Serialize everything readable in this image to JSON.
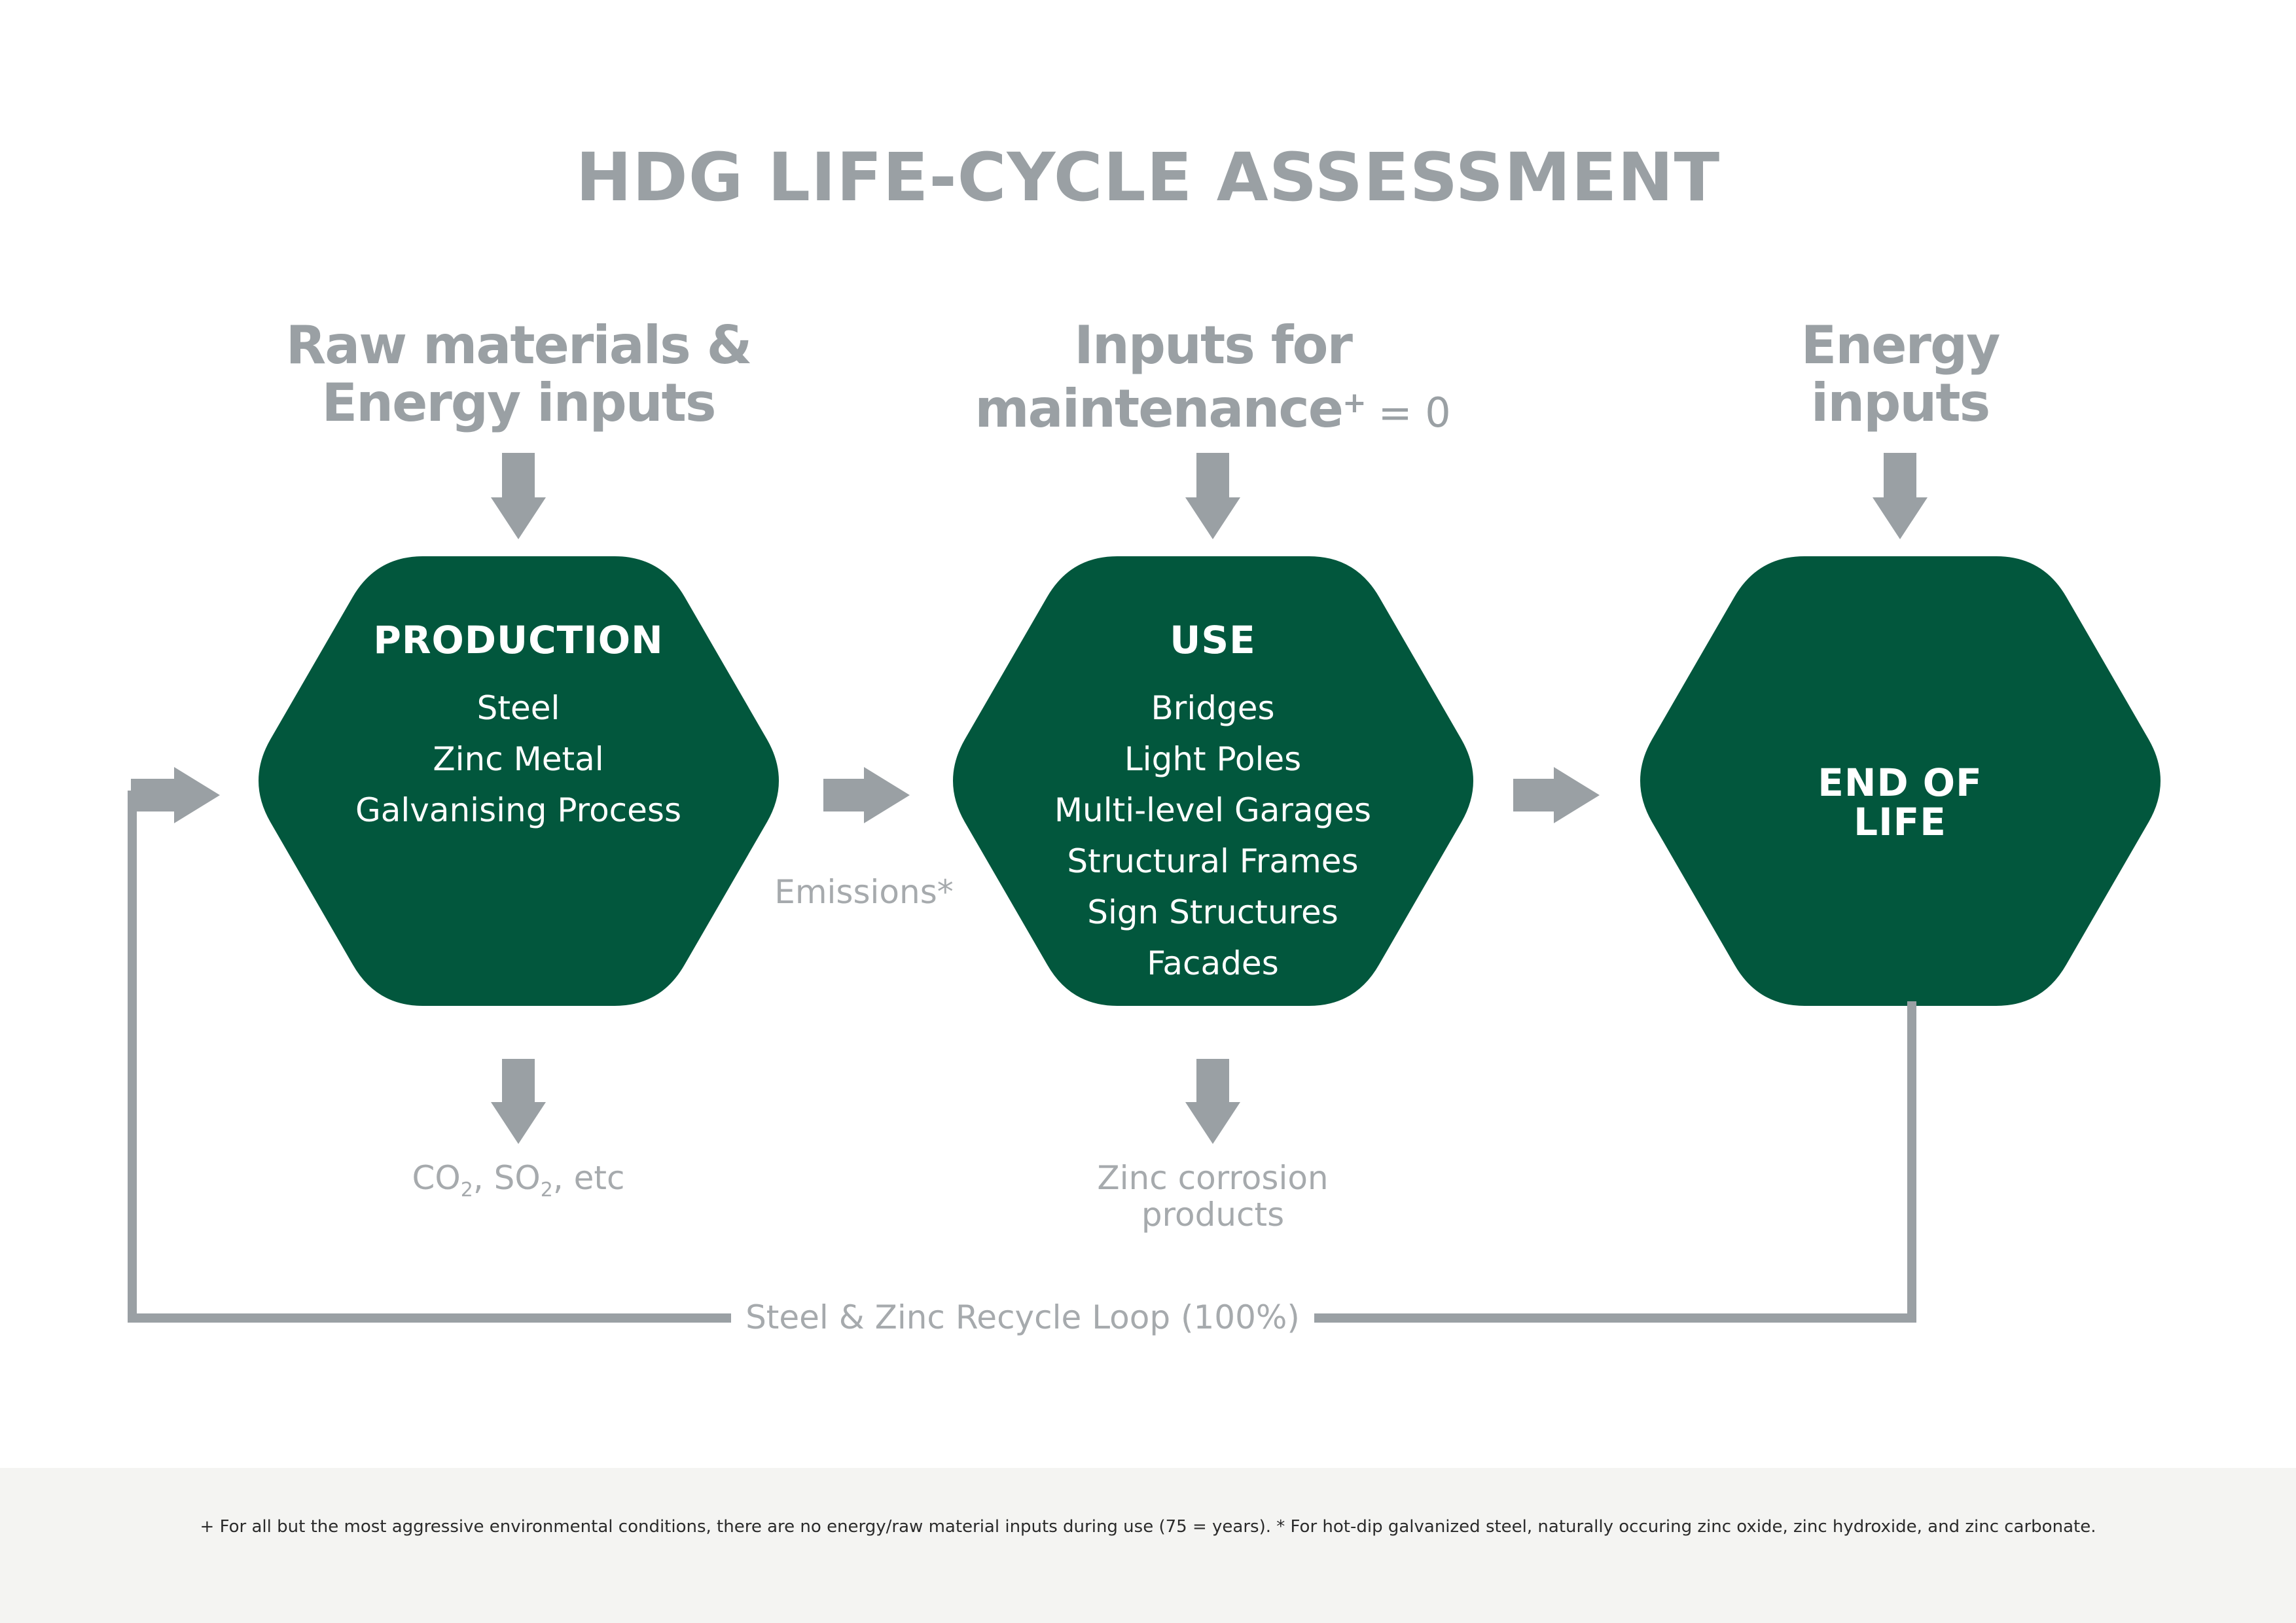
{
  "title": "HDG LIFE-CYCLE ASSESSMENT",
  "inputs": {
    "production": {
      "line1": "Raw materials &",
      "line2": "Energy inputs"
    },
    "use": {
      "line1": "Inputs for",
      "line2": "maintenance",
      "sup": "+",
      "suffix": " = 0"
    },
    "end_of_life": {
      "line1": "Energy",
      "line2": "inputs"
    }
  },
  "stages": {
    "production": {
      "title": "PRODUCTION",
      "items": [
        "Steel",
        "Zinc Metal",
        "Galvanising Process"
      ]
    },
    "use": {
      "title": "USE",
      "items": [
        "Bridges",
        "Light Poles",
        "Multi-level Garages",
        "Structural Frames",
        "Sign Structures",
        "Facades"
      ]
    },
    "end_of_life": {
      "line1": "END OF",
      "line2": "LIFE"
    }
  },
  "outputs": {
    "emissions": "Emissions*",
    "production": {
      "a": "CO",
      "a_sub": "2",
      "b": ", SO",
      "b_sub": "2",
      "c": ", etc"
    },
    "use": {
      "line1": "Zinc corrosion",
      "line2": "products"
    }
  },
  "recycle_loop": "Steel & Zinc Recycle Loop (100%)",
  "footnote": "+ For all but the most aggressive environmental conditions, there are no energy/raw material inputs during use (75 = years).  * For hot-dip galvanized steel, naturally occuring zinc oxide, zinc hydroxide, and zinc carbonate.",
  "colors": {
    "hexagon": "#02573d",
    "arrow": "#9aa0a4",
    "label_gray": "#9aa0a4",
    "footer_bg": "#f4f4f2"
  }
}
